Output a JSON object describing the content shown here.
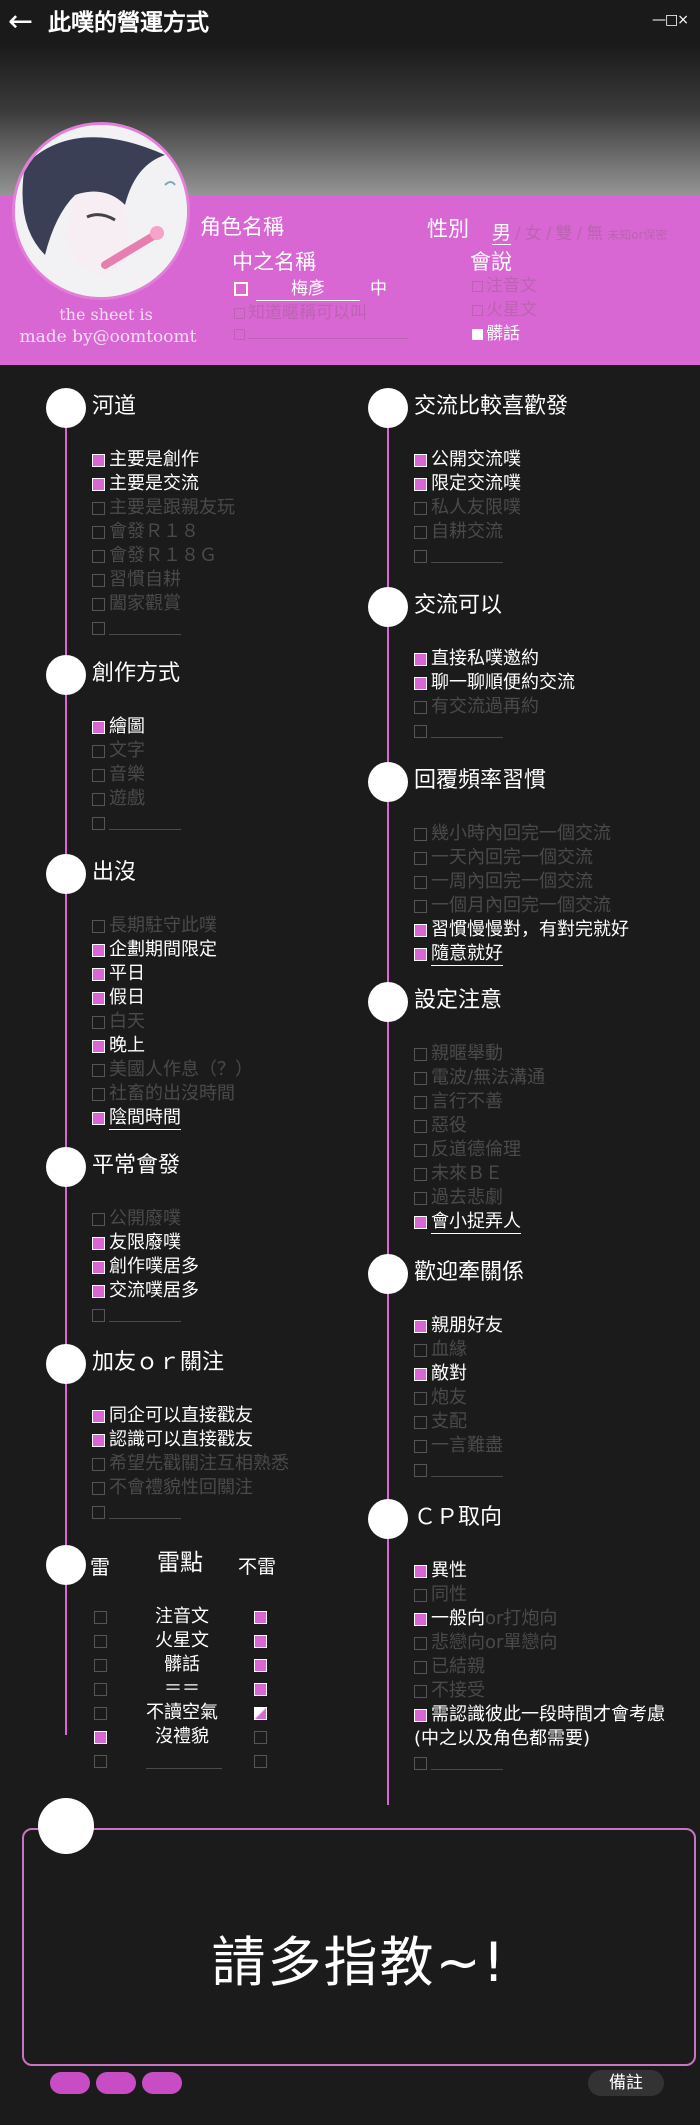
{
  "header": {
    "back_icon": "←",
    "title": "此噗的營運方式",
    "window_controls": "—□×"
  },
  "profile": {
    "credit_line1": "the sheet is",
    "credit_line2": "made by@oomtoomt",
    "role_name_label": "角色名稱",
    "gender_label": "性別",
    "gender_options": [
      "男",
      "/",
      "女",
      "/",
      "雙",
      "/",
      "無",
      "未知or保密"
    ],
    "zh_name_label": "中之名稱",
    "zh_name_value": "梅彥",
    "zh_name_suffix": "中",
    "zh_option2": "知道暱稱可以叫",
    "speaks_label": "會說",
    "speaks": [
      {
        "label": "注音文",
        "on": false
      },
      {
        "label": "火星文",
        "on": false
      },
      {
        "label": "髒話",
        "on": true
      }
    ]
  },
  "left_sections": [
    {
      "title": "河道",
      "items": [
        {
          "label": "主要是創作",
          "on": true
        },
        {
          "label": "主要是交流",
          "on": true
        },
        {
          "label": "主要是跟親友玩",
          "on": false
        },
        {
          "label": "會發Ｒ１８",
          "on": false
        },
        {
          "label": "會發Ｒ１８Ｇ",
          "on": false
        },
        {
          "label": "習慣自耕",
          "on": false
        },
        {
          "label": "闔家觀賞",
          "on": false
        },
        {
          "label": "",
          "on": false,
          "blank": true
        }
      ]
    },
    {
      "title": "創作方式",
      "items": [
        {
          "label": "繪圖",
          "on": true
        },
        {
          "label": "文字",
          "on": false
        },
        {
          "label": "音樂",
          "on": false
        },
        {
          "label": "遊戲",
          "on": false
        },
        {
          "label": "",
          "on": false,
          "blank": true
        }
      ]
    },
    {
      "title": "出沒",
      "items": [
        {
          "label": "長期駐守此噗",
          "on": false
        },
        {
          "label": "企劃期間限定",
          "on": true
        },
        {
          "label": "平日",
          "on": true
        },
        {
          "label": "假日",
          "on": true
        },
        {
          "label": "白天",
          "on": false
        },
        {
          "label": "晚上",
          "on": true
        },
        {
          "label": "美國人作息（？）",
          "on": false
        },
        {
          "label": "社畜的出沒時間",
          "on": false
        },
        {
          "label": "陰間時間",
          "on": true,
          "underline": true
        }
      ]
    },
    {
      "title": "平常會發",
      "items": [
        {
          "label": "公開廢噗",
          "on": false
        },
        {
          "label": "友限廢噗",
          "on": true
        },
        {
          "label": "創作噗居多",
          "on": true
        },
        {
          "label": "交流噗居多",
          "on": true
        },
        {
          "label": "",
          "on": false,
          "blank": true
        }
      ]
    },
    {
      "title": "加友ｏｒ關注",
      "items": [
        {
          "label": "同企可以直接戳友",
          "on": true
        },
        {
          "label": "認識可以直接戳友",
          "on": true
        },
        {
          "label": "希望先戳關注互相熟悉",
          "on": false
        },
        {
          "label": "不會禮貌性回關注",
          "on": false
        },
        {
          "label": "",
          "on": false,
          "blank": true
        }
      ]
    }
  ],
  "right_sections": [
    {
      "title": "交流比較喜歡發",
      "items": [
        {
          "label": "公開交流噗",
          "on": true
        },
        {
          "label": "限定交流噗",
          "on": true
        },
        {
          "label": "私人友限噗",
          "on": false
        },
        {
          "label": "自耕交流",
          "on": false
        },
        {
          "label": "",
          "on": false,
          "blank": true
        }
      ]
    },
    {
      "title": "交流可以",
      "items": [
        {
          "label": "直接私噗邀約",
          "on": true
        },
        {
          "label": "聊一聊順便約交流",
          "on": true
        },
        {
          "label": "有交流過再約",
          "on": false
        },
        {
          "label": "",
          "on": false,
          "blank": true
        }
      ]
    },
    {
      "title": "回覆頻率習慣",
      "items": [
        {
          "label": "幾小時內回完一個交流",
          "on": false
        },
        {
          "label": "一天內回完一個交流",
          "on": false
        },
        {
          "label": "一周內回完一個交流",
          "on": false
        },
        {
          "label": "一個月內回完一個交流",
          "on": false
        },
        {
          "label": "習慣慢慢對，有對完就好",
          "on": true
        },
        {
          "label": "隨意就好",
          "on": true,
          "underline": true
        }
      ]
    },
    {
      "title": "設定注意",
      "items": [
        {
          "label": "親暱舉動",
          "on": false
        },
        {
          "label": "電波/無法溝通",
          "on": false
        },
        {
          "label": "言行不善",
          "on": false
        },
        {
          "label": "惡役",
          "on": false
        },
        {
          "label": "反道德倫理",
          "on": false
        },
        {
          "label": "未來ＢＥ",
          "on": false
        },
        {
          "label": "過去悲劇",
          "on": false
        },
        {
          "label": "會小捉弄人",
          "on": true,
          "underline": true
        }
      ]
    },
    {
      "title": "歡迎牽關係",
      "items": [
        {
          "label": "親朋好友",
          "on": true
        },
        {
          "label": "血緣",
          "on": false
        },
        {
          "label": "敵對",
          "on": true
        },
        {
          "label": "炮友",
          "on": false
        },
        {
          "label": "支配",
          "on": false
        },
        {
          "label": "一言難盡",
          "on": false
        },
        {
          "label": "",
          "on": false,
          "blank": true
        }
      ]
    },
    {
      "title": "ＣＰ取向",
      "items": [
        {
          "label": "異性",
          "on": true
        },
        {
          "label": "同性",
          "on": false
        },
        {
          "label": "一般向",
          "on": true,
          "tail": "or打炮向"
        },
        {
          "label": "悲戀向or單戀向",
          "on": false
        },
        {
          "label": "已結親",
          "on": false
        },
        {
          "label": "不接受",
          "on": false
        },
        {
          "label": "需認識彼此一段時間才會考慮",
          "on": true
        },
        {
          "label": "(中之以及角色都需要)",
          "on": true,
          "nobox": true
        },
        {
          "label": "",
          "on": false,
          "blank": true
        }
      ]
    }
  ],
  "lei": {
    "col_left": "雷",
    "col_mid": "雷點",
    "col_right": "不雷",
    "rows": [
      {
        "label": "注音文",
        "left": false,
        "right": "on"
      },
      {
        "label": "火星文",
        "left": false,
        "right": "on"
      },
      {
        "label": "髒話",
        "left": false,
        "right": "on"
      },
      {
        "label": "＝＝",
        "left": false,
        "right": "on"
      },
      {
        "label": "不讀空氣",
        "left": false,
        "right": "half"
      },
      {
        "label": "沒禮貌",
        "left": true,
        "right": "off"
      },
      {
        "label": "",
        "left": false,
        "right": "off",
        "blank": true
      }
    ]
  },
  "footer": {
    "message": "請多指教~!",
    "note_label": "備註"
  },
  "colors": {
    "accent": "#d967d3",
    "bg": "#1c1b1c"
  }
}
